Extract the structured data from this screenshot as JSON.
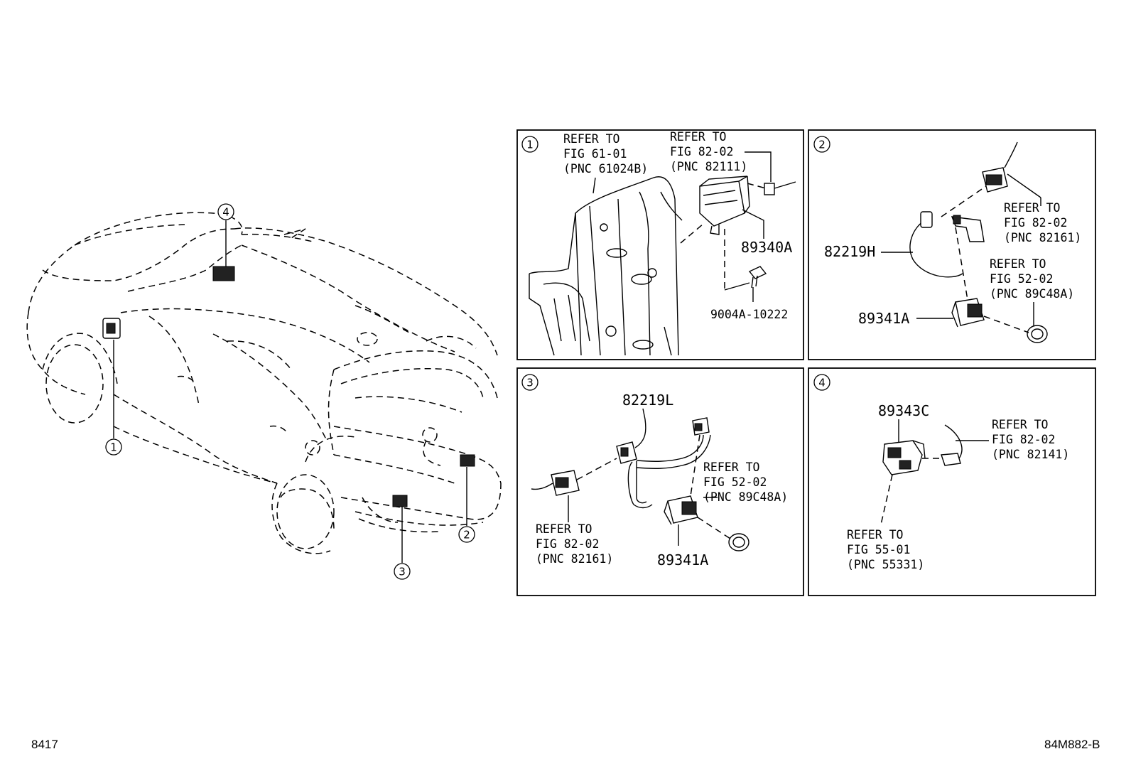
{
  "figure_code": "8417",
  "drawing_id": "84M882-B",
  "overview": {
    "callouts": [
      "1",
      "2",
      "3",
      "4"
    ]
  },
  "panel1": {
    "number": "1",
    "ref_a": {
      "line1": "REFER TO",
      "line2": "FIG 61-01",
      "line3": "(PNC 61024B)"
    },
    "ref_b": {
      "line1": "REFER TO",
      "line2": "FIG 82-02",
      "line3": "(PNC 82111)"
    },
    "part_a": "89340A",
    "part_b": "9004A-10222"
  },
  "panel2": {
    "number": "2",
    "ref_a": {
      "line1": "REFER TO",
      "line2": "FIG 82-02",
      "line3": "(PNC 82161)"
    },
    "ref_b": {
      "line1": "REFER TO",
      "line2": "FIG 52-02",
      "line3": "(PNC 89C48A)"
    },
    "part_a": "82219H",
    "part_b": "89341A"
  },
  "panel3": {
    "number": "3",
    "part_a": "82219L",
    "ref_a": {
      "line1": "REFER TO",
      "line2": "FIG 52-02",
      "line3": "(PNC 89C48A)"
    },
    "ref_b": {
      "line1": "REFER TO",
      "line2": "FIG 82-02",
      "line3": "(PNC 82161)"
    },
    "part_b": "89341A"
  },
  "panel4": {
    "number": "4",
    "part_a": "89343C",
    "ref_a": {
      "line1": "REFER TO",
      "line2": "FIG 82-02",
      "line3": "(PNC 82141)"
    },
    "ref_b": {
      "line1": "REFER TO",
      "line2": "FIG 55-01",
      "line3": "(PNC 55331)"
    }
  }
}
